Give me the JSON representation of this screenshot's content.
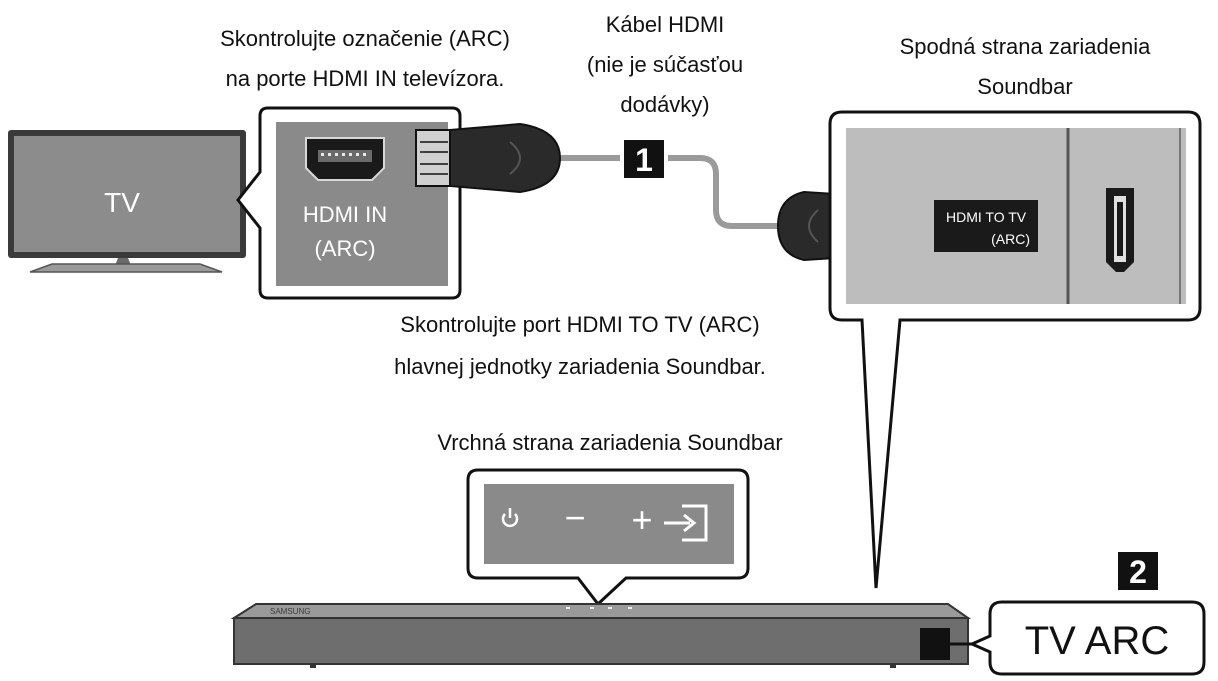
{
  "labels": {
    "check_tv_arc_line1": "Skontrolujte označenie (ARC)",
    "check_tv_arc_line2": "na porte HDMI IN televízora.",
    "hdmi_cable_line1": "Kábel HDMI",
    "hdmi_cable_line2": "(nie je súčasťou",
    "hdmi_cable_line3": "dodávky)",
    "bottom_side_line1": "Spodná strana zariadenia",
    "bottom_side_line2": "Soundbar",
    "tv": "TV",
    "hdmi_in_line1": "HDMI IN",
    "hdmi_in_line2": "(ARC)",
    "hdmi_to_tv_line1": "HDMI TO TV",
    "hdmi_to_tv_line2": "(ARC)",
    "check_port_line1": "Skontrolujte port HDMI TO TV (ARC)",
    "check_port_line2": "hlavnej jednotky zariadenia Soundbar.",
    "top_side": "Vrchná strana zariadenia Soundbar",
    "step1": "1",
    "step2": "2",
    "tv_arc": "TV ARC",
    "brand": "SAMSUNG",
    "minus": "−",
    "plus": "+"
  },
  "icons": {
    "power": "power-icon",
    "volume_down": "volume-down-icon",
    "volume_up": "volume-up-icon",
    "source": "source-input-icon",
    "hdmi_port": "hdmi-port-icon",
    "hdmi_plug": "hdmi-plug-icon"
  },
  "colors": {
    "panel_gray": "#8a8a8a",
    "light_gray": "#bdbdbd",
    "dark": "#1a1a1a",
    "cable": "#9a9a9a"
  }
}
